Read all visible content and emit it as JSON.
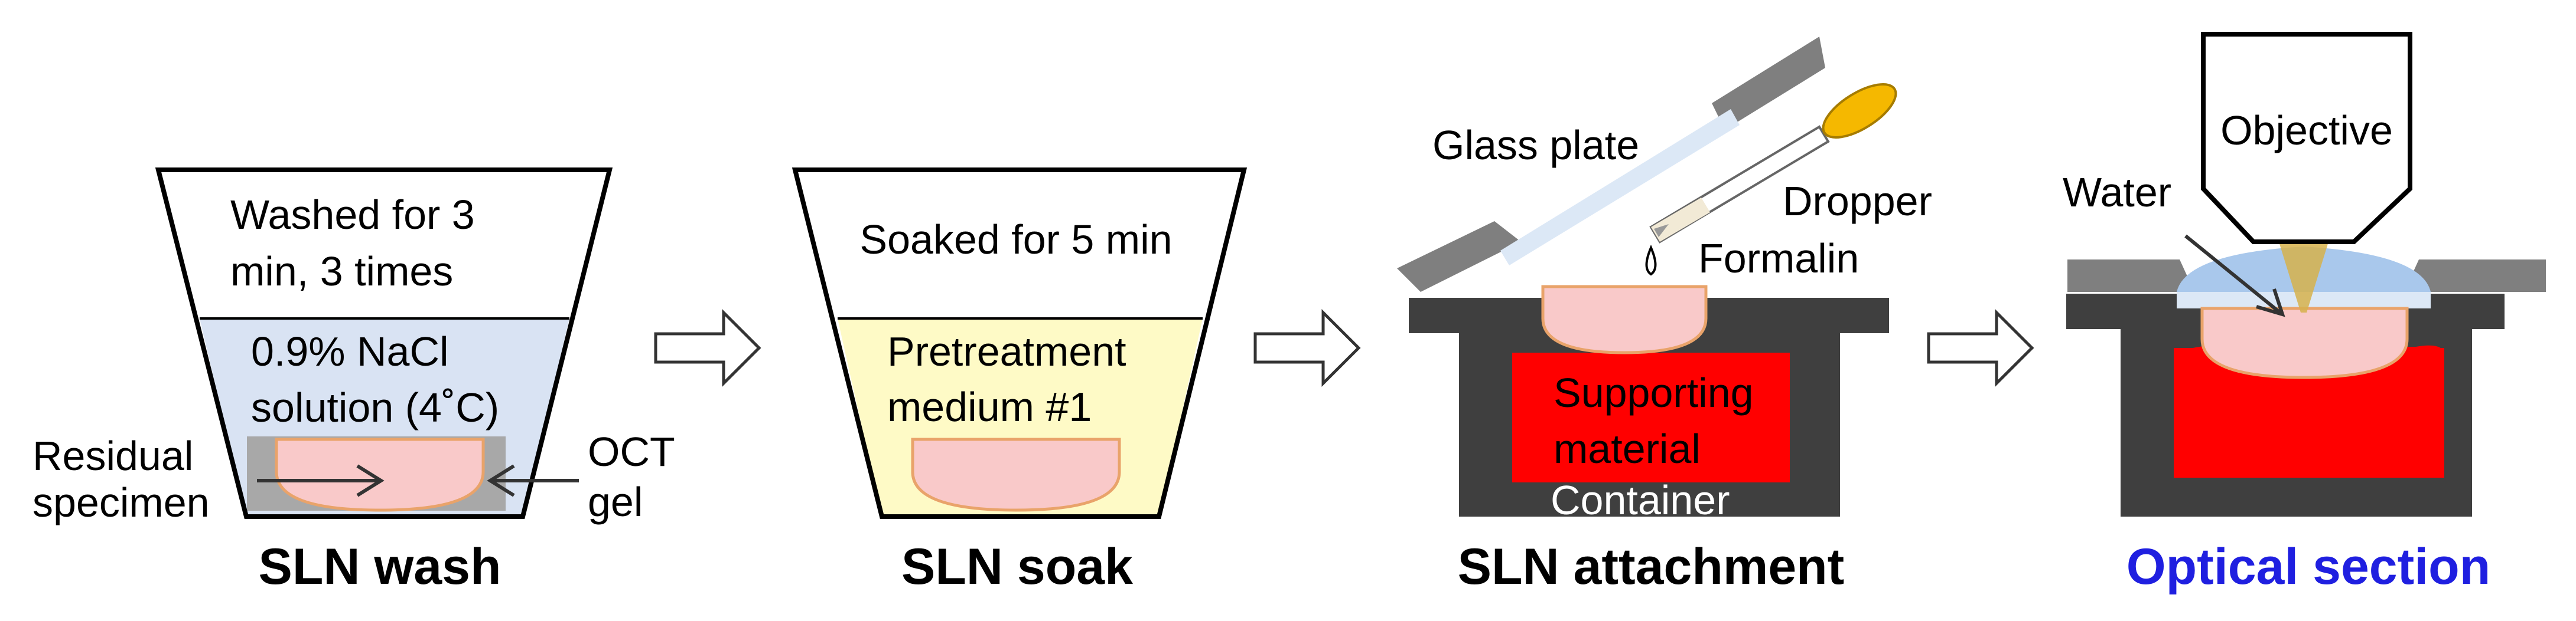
{
  "colors": {
    "solution_blue": "#d9e3f3",
    "medium_yellow": "#fefac6",
    "specimen_pink": "#f9c9c9",
    "specimen_outline": "#e9a36a",
    "oct_gray": "#a8a8a8",
    "container_dark": "#3f3f3f",
    "support_red": "#ff0000",
    "glass_blue": "#dce8f6",
    "water_blue": "#a9c8ec",
    "dropper_yellow": "#f5b800",
    "light_cone": "#d6b24c",
    "stage_gray": "#7f7f7f",
    "caption_blue": "#1f1fe0"
  },
  "panels": {
    "wash": {
      "top_text": [
        "Washed for 3",
        "min, 3 times"
      ],
      "solution_text": [
        "0.9% NaCl",
        "solution (4˚C)"
      ],
      "label_specimen": [
        "Residual",
        "specimen"
      ],
      "label_gel": [
        "OCT",
        "gel"
      ],
      "caption": "SLN wash"
    },
    "soak": {
      "top_text": "Soaked for 5 min",
      "medium_text": [
        "Pretreatment",
        "medium #1"
      ],
      "caption": "SLN soak"
    },
    "attach": {
      "glass_label": "Glass plate",
      "dropper_label": "Dropper",
      "formalin_label": "Formalin",
      "support_text": [
        "Supporting",
        "material"
      ],
      "container_label": "Container",
      "caption": "SLN attachment"
    },
    "optical": {
      "objective_label": "Objective",
      "water_label": "Water",
      "caption": "Optical section"
    }
  },
  "icons": {
    "step_arrow": "hollow-right-arrow-icon"
  }
}
